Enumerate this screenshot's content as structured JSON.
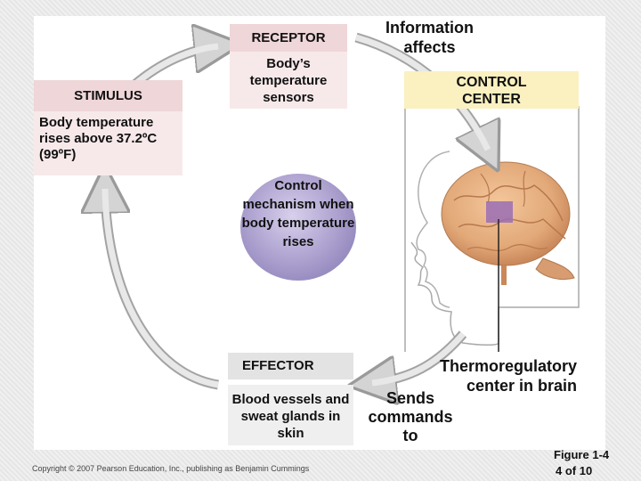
{
  "receptor": {
    "title": "RECEPTOR",
    "text": "Body’s temperature sensors"
  },
  "stimulus": {
    "title": "STIMULUS",
    "text": "Body temperature rises above 37.2ºC (99ºF)"
  },
  "information": {
    "label": "Information affects"
  },
  "control_center": {
    "title": "CONTROL CENTER"
  },
  "control_mechanism": {
    "text": "Control mechanism when body temperature rises"
  },
  "thermoregulatory": {
    "label": "Thermoregulatory center in brain"
  },
  "effector": {
    "title": "EFFECTOR",
    "text": "Blood vessels and sweat glands in skin"
  },
  "sends": {
    "label": "Sends commands to"
  },
  "footer": {
    "copyright": "Copyright © 2007 Pearson Education, Inc., publishing as Benjamin Cummings",
    "figure": "Figure 1-4",
    "page": "4 of 10"
  },
  "colors": {
    "pink": "#efd6d8",
    "yellow": "#fbf0c0",
    "purple": "#9a8fc4",
    "brain": "#e2a878",
    "arrow": "#d9d9d9"
  }
}
